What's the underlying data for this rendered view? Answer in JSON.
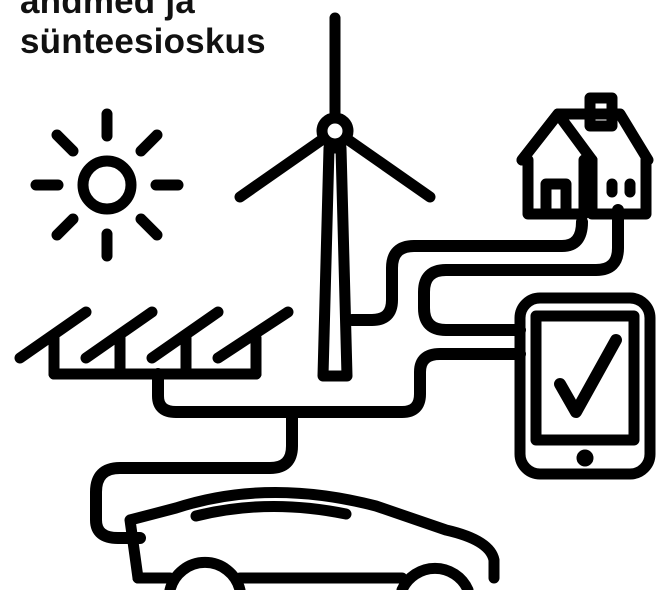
{
  "title": {
    "line1": "andmed ja",
    "line2": "sünteesioskus"
  },
  "illustration": {
    "ink_color": "#000000",
    "background_color": "#ffffff",
    "elements": [
      "sun-icon",
      "wind-turbine-icon",
      "solar-panels-icon",
      "house-icon",
      "tablet-icon",
      "checkmark-icon",
      "electric-car-icon",
      "cable-lines"
    ]
  }
}
